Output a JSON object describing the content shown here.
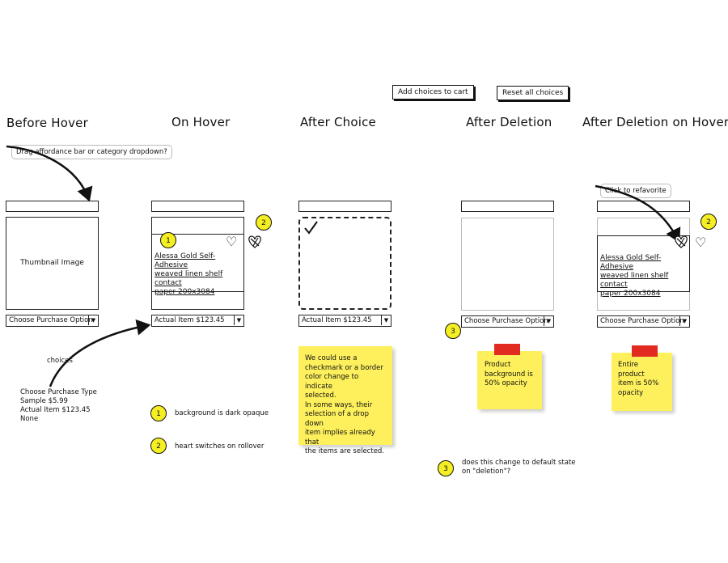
{
  "toolbar": {
    "add_choices_label": "Add choices to cart",
    "reset_label": "Reset all choices"
  },
  "headings": {
    "before_hover": "Before Hover",
    "on_hover": "On Hover",
    "after_choice": "After Choice",
    "after_deletion": "After Deletion",
    "after_deletion_hover": "After Deletion on Hover"
  },
  "callouts": {
    "drag": "Drag affordance bar or category dropdown?",
    "refavorite": "Click to refavorite"
  },
  "thumbnail_label": "Thumbnail Image",
  "product_title_lines": [
    "Alessa Gold Self-Adhesive",
    "weaved linen shelf contact",
    "paper 200x3084"
  ],
  "selects": {
    "choose_option": "Choose Purchase Option",
    "actual_item": "Actual Item $123.45"
  },
  "choices_label": "choices",
  "choices_list": [
    "Choose Purchase Type",
    "Sample $5.99",
    "Actual Item $123.45",
    "None"
  ],
  "legend": {
    "item1_num": "1",
    "item1": "background is dark opaque",
    "item2_num": "2",
    "item2": "heart switches on rollover",
    "item3_num": "3",
    "item3_line1": "does this change to default state",
    "item3_line2": "on \"deletion\"?"
  },
  "notes": {
    "after_choice": [
      "We could use a",
      "checkmark or a border",
      "color change to indicate",
      "selected.",
      "In some ways, their",
      "selection of a drop down",
      "item implies already that",
      "the items are selected."
    ],
    "after_deletion": [
      "Product",
      "background is",
      "50% opacity"
    ],
    "after_deletion_hover": [
      "Entire product",
      "item is 50%",
      "opacity"
    ]
  },
  "colors": {
    "marker_yellow": "#f4ee22",
    "sticky_yellow": "#fdf05c",
    "tape_red": "#e12a20"
  },
  "icons": [
    "heart-icon",
    "broken-heart-icon",
    "checkmark-icon",
    "dropdown-arrow-icon"
  ]
}
